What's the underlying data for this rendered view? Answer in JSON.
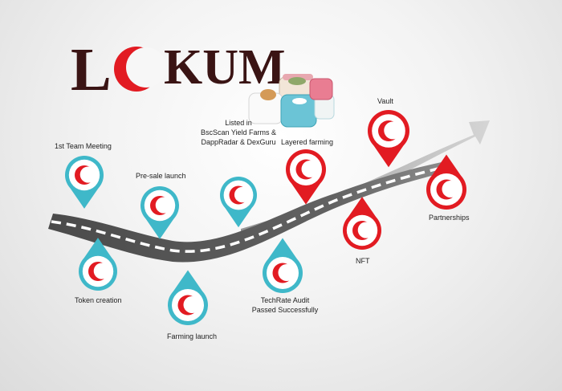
{
  "brand": {
    "logo_text": "LOKUM",
    "colors": {
      "logo_dark": "#3a1414",
      "logo_red": "#e21b22"
    }
  },
  "colors": {
    "road": "#555555",
    "road_dash": "#ffffff",
    "arrow": "#b5b5b5",
    "pin_teal": "#3fb8c9",
    "pin_red": "#e21b22",
    "crescent": "#e21b22"
  },
  "milestones": [
    {
      "label": "1st Team Meeting",
      "pin": "teal"
    },
    {
      "label": "Token creation",
      "pin": "teal"
    },
    {
      "label": "Pre-sale launch",
      "pin": "teal"
    },
    {
      "label": "Farming launch",
      "pin": "teal"
    },
    {
      "label_lines": [
        "Listed in",
        "BscScan Yield Farms &",
        "DappRadar & DexGuru"
      ],
      "pin": "teal"
    },
    {
      "label_lines": [
        "TechRate Audit",
        "Passed Successfully"
      ],
      "pin": "teal"
    },
    {
      "label": "Layered farming",
      "pin": "red"
    },
    {
      "label": "NFT",
      "pin": "red"
    },
    {
      "label": "Vault",
      "pin": "red"
    },
    {
      "label": "Partnerships",
      "pin": "red"
    }
  ]
}
